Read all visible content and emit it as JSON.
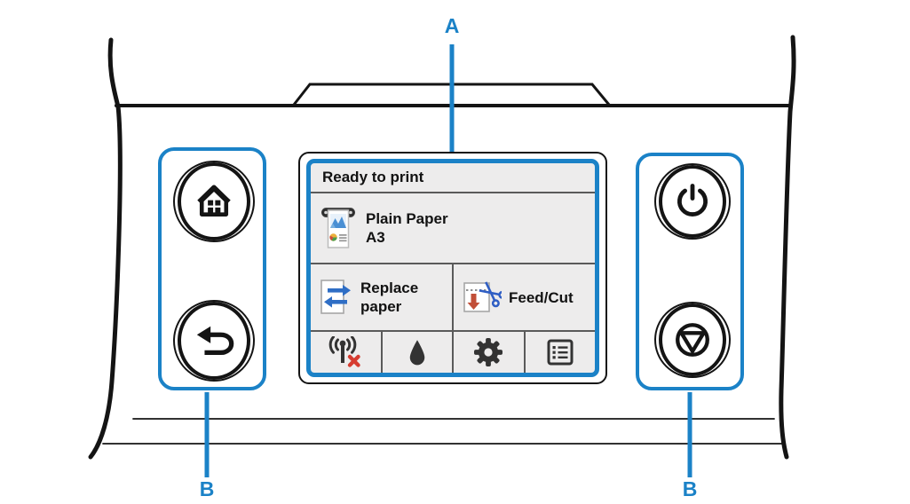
{
  "figure": {
    "description": "Printer operation panel diagram with touch screen and hard keys",
    "callout_labels": {
      "touch_screen": "A",
      "left_buttons": "B",
      "right_buttons": "B"
    }
  },
  "colors": {
    "callout_blue": "#1b82c7",
    "screen_background": "#edecec",
    "outline_black": "#141414",
    "separator_gray": "#5a5a5a",
    "icon_dark": "#333333",
    "arrow_blue": "#2f6ec5",
    "scissors_blue": "#2f5ec4",
    "network_error_red": "#d63c30",
    "feed_arrow_red": "#c14f38"
  },
  "touch_screen": {
    "status_text": "Ready to print",
    "paper": {
      "type": "Plain Paper",
      "size": "A3",
      "icon": "roll-paper-icon"
    },
    "actions": {
      "replace_paper_label": "Replace paper",
      "feed_cut_label": "Feed/Cut"
    },
    "toolbar_icons": [
      "network-disabled",
      "ink-drop",
      "settings-gear",
      "menu-list"
    ]
  },
  "physical_buttons": {
    "left": [
      {
        "name": "home",
        "icon": "home-icon"
      },
      {
        "name": "back",
        "icon": "back-icon"
      }
    ],
    "right": [
      {
        "name": "power",
        "icon": "power-icon"
      },
      {
        "name": "stop",
        "icon": "stop-icon"
      }
    ]
  }
}
